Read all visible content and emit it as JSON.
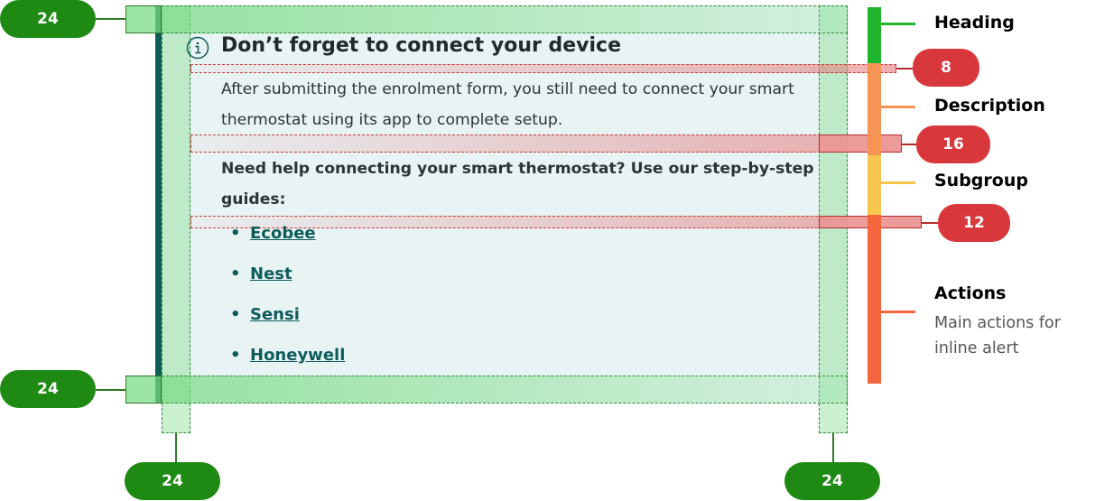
{
  "alert": {
    "heading": "Don’t forget to connect your device",
    "description": "After submitting the enrolment form, you still need to connect your smart thermostat using its app to complete setup.",
    "subgroup": "Need help connecting your smart thermostat? Use our step-by-step guides:",
    "links": [
      "Ecobee",
      "Nest",
      "Sensi",
      "Honeywell"
    ],
    "bullet": "•",
    "icon": "info-icon",
    "accent_color": "#0e5c5a",
    "background_color": "#e8f3f4"
  },
  "spacing": {
    "padding_top": "24",
    "padding_bottom": "24",
    "padding_left": "24",
    "padding_right": "24",
    "gap_heading_description": "8",
    "gap_description_subgroup": "16",
    "gap_subgroup_actions": "12"
  },
  "legend": {
    "heading": "Heading",
    "description": "Description",
    "subgroup": "Subgroup",
    "actions": "Actions",
    "actions_note": "Main actions for inline alert",
    "colors": {
      "heading": "#1fb52e",
      "description": "#f59455",
      "subgroup": "#f7c64f",
      "actions": "#f4673e"
    }
  }
}
